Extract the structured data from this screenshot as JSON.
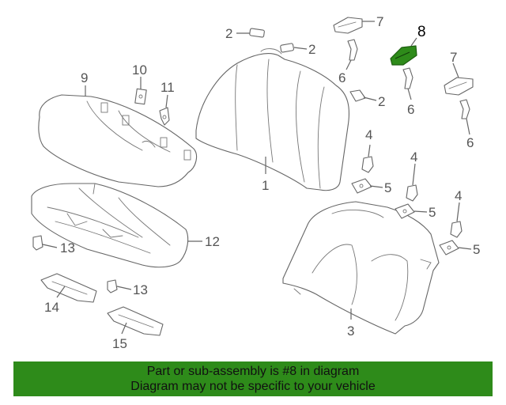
{
  "banner": {
    "line1": "Part or sub-assembly is #8 in diagram",
    "line2": "Diagram may not be specific to your vehicle",
    "background": "#2e8b1a"
  },
  "highlight_color": "#2e8b1a",
  "callouts": [
    {
      "id": "c1",
      "label": "1"
    },
    {
      "id": "c2a",
      "label": "2"
    },
    {
      "id": "c2b",
      "label": "2"
    },
    {
      "id": "c2c",
      "label": "2"
    },
    {
      "id": "c3",
      "label": "3"
    },
    {
      "id": "c4a",
      "label": "4"
    },
    {
      "id": "c4b",
      "label": "4"
    },
    {
      "id": "c4c",
      "label": "4"
    },
    {
      "id": "c5a",
      "label": "5"
    },
    {
      "id": "c5b",
      "label": "5"
    },
    {
      "id": "c5c",
      "label": "5"
    },
    {
      "id": "c6a",
      "label": "6"
    },
    {
      "id": "c6b",
      "label": "6"
    },
    {
      "id": "c6c",
      "label": "6"
    },
    {
      "id": "c7a",
      "label": "7"
    },
    {
      "id": "c7b",
      "label": "7"
    },
    {
      "id": "c8",
      "label": "8"
    },
    {
      "id": "c9",
      "label": "9"
    },
    {
      "id": "c10",
      "label": "10"
    },
    {
      "id": "c11",
      "label": "11"
    },
    {
      "id": "c12",
      "label": "12"
    },
    {
      "id": "c13a",
      "label": "13"
    },
    {
      "id": "c13b",
      "label": "13"
    },
    {
      "id": "c14",
      "label": "14"
    },
    {
      "id": "c15",
      "label": "15"
    }
  ]
}
